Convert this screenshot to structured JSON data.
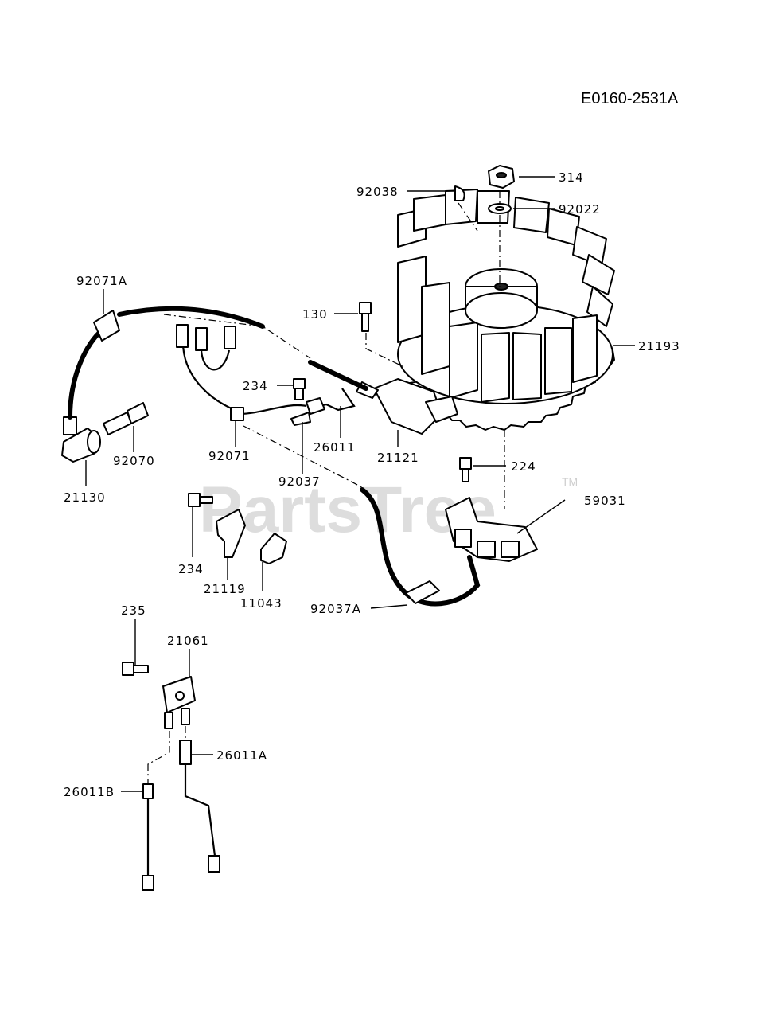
{
  "diagram_code": "E0160-2531A",
  "watermark": {
    "text": "PartsTree",
    "trademark": "TM"
  },
  "parts": [
    {
      "id": "314",
      "label": "314"
    },
    {
      "id": "92038",
      "label": "92038"
    },
    {
      "id": "92022",
      "label": "92022"
    },
    {
      "id": "92071A",
      "label": "92071A"
    },
    {
      "id": "130",
      "label": "130"
    },
    {
      "id": "21193",
      "label": "21193"
    },
    {
      "id": "234a",
      "label": "234"
    },
    {
      "id": "92070",
      "label": "92070"
    },
    {
      "id": "92071",
      "label": "92071"
    },
    {
      "id": "26011",
      "label": "26011"
    },
    {
      "id": "21121",
      "label": "21121"
    },
    {
      "id": "21130",
      "label": "21130"
    },
    {
      "id": "92037",
      "label": "92037"
    },
    {
      "id": "224",
      "label": "224"
    },
    {
      "id": "59031",
      "label": "59031"
    },
    {
      "id": "234b",
      "label": "234"
    },
    {
      "id": "21119",
      "label": "21119"
    },
    {
      "id": "11043",
      "label": "11043"
    },
    {
      "id": "92037A",
      "label": "92037A"
    },
    {
      "id": "235",
      "label": "235"
    },
    {
      "id": "21061",
      "label": "21061"
    },
    {
      "id": "26011A",
      "label": "26011A"
    },
    {
      "id": "26011B",
      "label": "26011B"
    }
  ]
}
